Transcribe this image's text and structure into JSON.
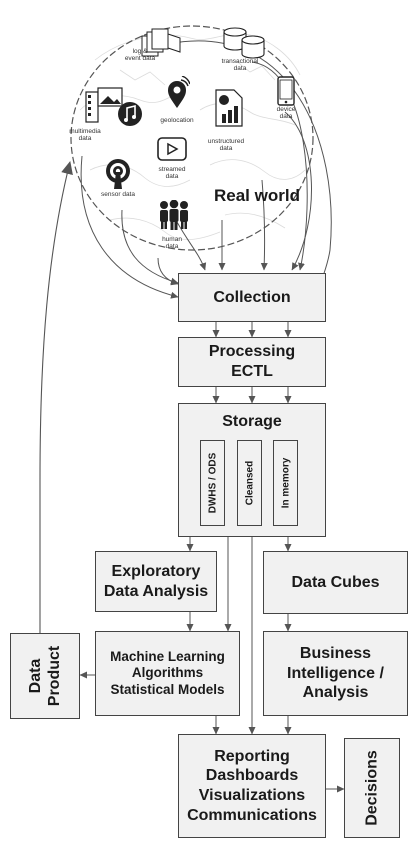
{
  "world": {
    "title": "Real world",
    "sources": {
      "log_event": "log &\nevent data",
      "transactional": "transactional\ndata",
      "multimedia": "multimedia\ndata",
      "geolocation": "geolocation",
      "unstructured": "unstructured\ndata",
      "device": "device\ndata",
      "streamed": "streamed\ndata",
      "sensor": "sensor data",
      "human": "human\ndata"
    }
  },
  "boxes": {
    "collection": "Collection",
    "processing_line1": "Processing",
    "processing_line2": "ECTL",
    "storage": "Storage",
    "dwhs": "DWHS / ODS",
    "cleansed": "Cleansed",
    "inmemory": "In memory",
    "eda_line1": "Exploratory",
    "eda_line2": "Data Analysis",
    "cubes": "Data Cubes",
    "ml_line1": "Machine Learning",
    "ml_line2": "Algorithms",
    "ml_line3": "Statistical Models",
    "bi_line1": "Business",
    "bi_line2": "Intelligence /",
    "bi_line3": "Analysis",
    "report_line1": "Reporting",
    "report_line2": "Dashboards",
    "report_line3": "Visualizations",
    "report_line4": "Communications",
    "decisions": "Decisions",
    "product_line1": "Data",
    "product_line2": "Product"
  }
}
